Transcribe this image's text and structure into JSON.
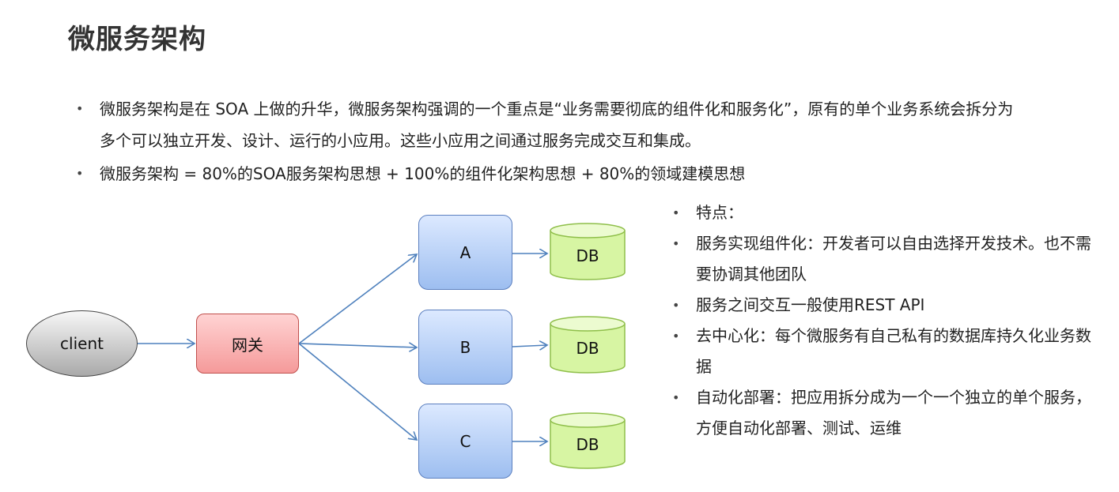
{
  "title": "微服务架构",
  "intro": [
    "微服务架构是在 SOA 上做的升华，微服务架构强调的一个重点是“业务需要彻底的组件化和服务化”，原有的单个业务系统会拆分为多个可以独立开发、设计、运行的小应用。这些小应用之间通过服务完成交互和集成。",
    "微服务架构 = 80%的SOA服务架构思想 + 100%的组件化架构思想 + 80%的领域建模思想"
  ],
  "intro_line1": "微服务架构是在 SOA 上做的升华，微服务架构强调的一个重点是“业务需要彻底的组件化和服务化”，原有的单个",
  "intro_line2": "业务系统会拆分为多个可以独立开发、设计、运行的小应用。这些小应用之间通过服务完成交互和集成。",
  "diagram": {
    "client": "client",
    "gateway": "网关",
    "services": [
      "A",
      "B",
      "C"
    ],
    "db": "DB",
    "colors": {
      "arrow": "#4f81bd",
      "db_fill": "#d7f5a3",
      "db_stroke": "#8fbf4a"
    }
  },
  "features": [
    "特点：",
    "服务实现组件化：开发者可以自由选择开发技术。也不需要协调其他团队",
    "服务之间交互一般使用REST API",
    "去中心化：每个微服务有自己私有的数据库持久化业务数据",
    "自动化部署：把应用拆分成为一个一个独立的单个服务，方便自动化部署、测试、运维"
  ]
}
